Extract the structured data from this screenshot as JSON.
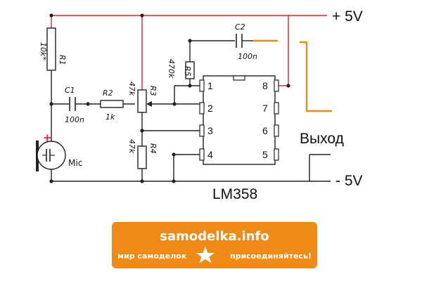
{
  "colors": {
    "wire": "#222222",
    "power_wire": "#e0202a",
    "output_wire": "#f08a16",
    "brand": "#f08a16",
    "brand_text": "#ffffff",
    "plus_mark": "#e0202a"
  },
  "rails": {
    "positive": "+ 5V",
    "negative": "- 5V"
  },
  "components": {
    "r1": {
      "name": "R1",
      "value": "10k*"
    },
    "r2": {
      "name": "R2",
      "value": "1k"
    },
    "r3": {
      "name": "R3",
      "value": "47k"
    },
    "r4": {
      "name": "R4",
      "value": "47k"
    },
    "r5": {
      "name": "R5",
      "value": "470k"
    },
    "c1": {
      "name": "C1",
      "value": "100n"
    },
    "c2": {
      "name": "C2",
      "value": "100n"
    },
    "mic": {
      "name": "Mic",
      "plus": "+"
    }
  },
  "chip": {
    "name": "LM358",
    "pins": [
      "1",
      "2",
      "3",
      "4",
      "5",
      "6",
      "7",
      "8"
    ]
  },
  "output_label": "Выход",
  "watermark": {
    "site": "samodelka.info",
    "left_slogan": "мир самоделок",
    "right_slogan": "присоединяйтесь!",
    "star_icon": "star-icon"
  }
}
